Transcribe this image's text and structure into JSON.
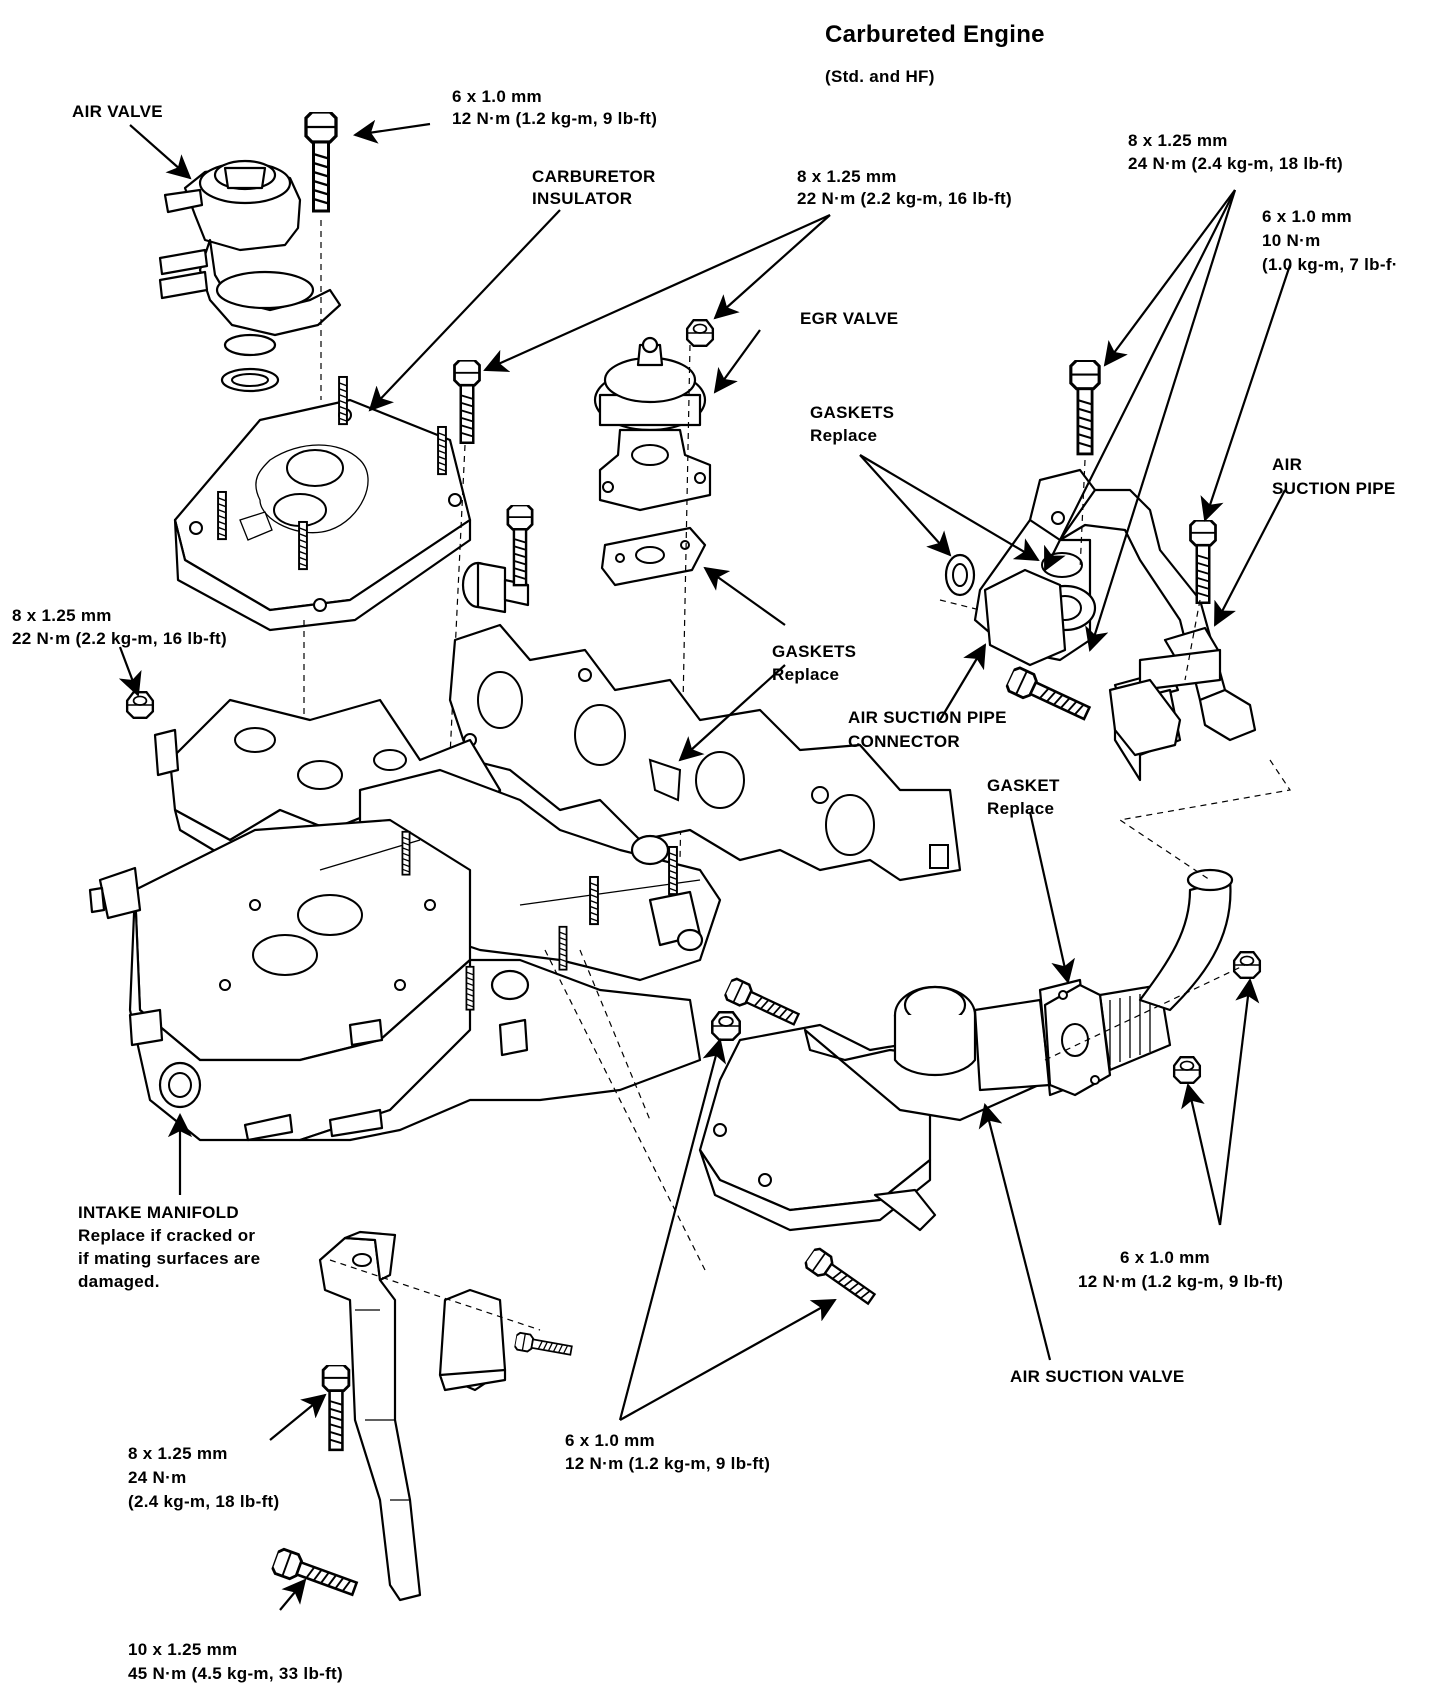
{
  "header": {
    "title": "Carbureted Engine",
    "subtitle": "(Std. and HF)"
  },
  "labels": {
    "air_valve": "AIR VALVE",
    "air_valve_bolt_size": "6 x 1.0 mm",
    "air_valve_bolt_torque": "12 N·m (1.2 kg-m, 9 lb-ft)",
    "carb_insulator_1": "CARBURETOR",
    "carb_insulator_2": "INSULATOR",
    "egr_bolt_size": "8 x 1.25 mm",
    "egr_bolt_torque": "22 N·m (2.2 kg-m, 16 lb-ft)",
    "egr_valve": "EGR VALVE",
    "top_right_bolt_size": "8 x 1.25 mm",
    "top_right_bolt_torque": "24 N·m (2.4 kg-m, 18 lb-ft)",
    "pipe_bolt_size": "6 x 1.0 mm",
    "pipe_bolt_torque_1": "10 N·m",
    "pipe_bolt_torque_2": "(1.0 kg-m, 7 lb-f·",
    "gaskets_upper": "GASKETS",
    "gaskets_upper_note": "Replace",
    "air_suction_pipe_1": "AIR",
    "air_suction_pipe_2": "SUCTION PIPE",
    "left_nut_size": "8 x 1.25 mm",
    "left_nut_torque": "22 N·m (2.2 kg-m, 16 lb-ft)",
    "gaskets_mid": "GASKETS",
    "gaskets_mid_note": "Replace",
    "pipe_connector_1": "AIR SUCTION PIPE",
    "pipe_connector_2": "CONNECTOR",
    "gasket_single": "GASKET",
    "gasket_single_note": "Replace",
    "intake_manifold": "INTAKE MANIFOLD",
    "intake_note_1": "Replace if cracked or",
    "intake_note_2": "if mating surfaces are",
    "intake_note_3": "damaged.",
    "valve_bolt_size": "6 x 1.0 mm",
    "valve_bolt_torque": "12 N·m (1.2 kg-m, 9 lb-ft)",
    "air_suction_valve": "AIR SUCTION VALVE",
    "bottom_mid_bolt_size": "6 x 1.0 mm",
    "bottom_mid_bolt_torque": "12 N·m (1.2 kg-m, 9 lb-ft)",
    "bracket_bolt_size": "8 x 1.25 mm",
    "bracket_bolt_torque_1": "24 N·m",
    "bracket_bolt_torque_2": "(2.4 kg-m, 18 lb-ft)",
    "bottom_bolt_size": "10 x 1.25 mm",
    "bottom_bolt_torque": "45 N·m (4.5 kg-m, 33 lb-ft)"
  },
  "icons": [
    "bolt-icon",
    "nut-icon",
    "gasket-icon",
    "arrow-icon"
  ]
}
